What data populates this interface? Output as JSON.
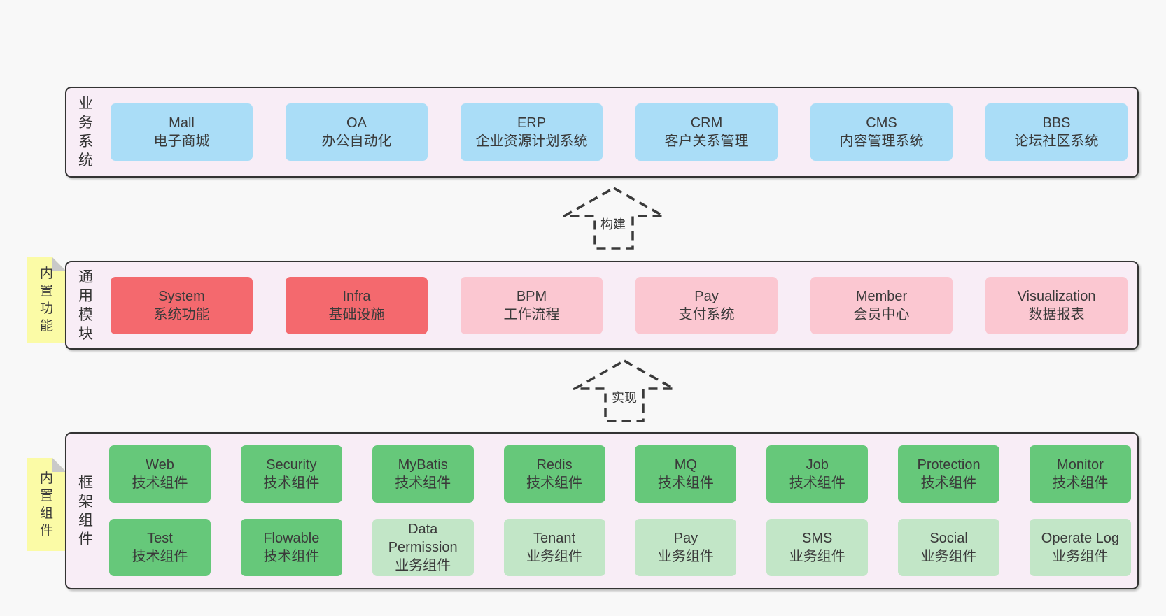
{
  "colors": {
    "page_bg": "#f8f8f8",
    "band_bg": "#f8edf6",
    "band_border": "#333333",
    "blue_box": "#aaddf7",
    "red_box": "#f4696e",
    "pink_box": "#fbc7d1",
    "green_box": "#66c87a",
    "light_green_box": "#c2e6c7",
    "sticky_yellow": "#fbfba6",
    "sticky_fold": "#c9c9c9",
    "text": "#3a3a3a"
  },
  "arrows": [
    {
      "label": "构建"
    },
    {
      "label": "实现"
    }
  ],
  "bands": [
    {
      "label": "业务系统",
      "boxes": [
        {
          "name": "Mall",
          "desc": "电子商城"
        },
        {
          "name": "OA",
          "desc": "办公自动化"
        },
        {
          "name": "ERP",
          "desc": "企业资源计划系统"
        },
        {
          "name": "CRM",
          "desc": "客户关系管理"
        },
        {
          "name": "CMS",
          "desc": "内容管理系统"
        },
        {
          "name": "BBS",
          "desc": "论坛社区系统"
        }
      ]
    },
    {
      "label": "通用模块",
      "sticky": "内置功能",
      "boxes": [
        {
          "name": "System",
          "desc": "系统功能"
        },
        {
          "name": "Infra",
          "desc": "基础设施"
        },
        {
          "name": "BPM",
          "desc": "工作流程"
        },
        {
          "name": "Pay",
          "desc": "支付系统"
        },
        {
          "name": "Member",
          "desc": "会员中心"
        },
        {
          "name": "Visualization",
          "desc": "数据报表"
        }
      ]
    },
    {
      "label": "框架组件",
      "sticky": "内置组件",
      "rows": [
        [
          {
            "name": "Web",
            "desc": "技术组件"
          },
          {
            "name": "Security",
            "desc": "技术组件"
          },
          {
            "name": "MyBatis",
            "desc": "技术组件"
          },
          {
            "name": "Redis",
            "desc": "技术组件"
          },
          {
            "name": "MQ",
            "desc": "技术组件"
          },
          {
            "name": "Job",
            "desc": "技术组件"
          },
          {
            "name": "Protection",
            "desc": "技术组件"
          },
          {
            "name": "Monitor",
            "desc": "技术组件"
          }
        ],
        [
          {
            "name": "Test",
            "desc": "技术组件"
          },
          {
            "name": "Flowable",
            "desc": "技术组件"
          },
          {
            "name": "Data Permission",
            "desc": "业务组件"
          },
          {
            "name": "Tenant",
            "desc": "业务组件"
          },
          {
            "name": "Pay",
            "desc": "业务组件"
          },
          {
            "name": "SMS",
            "desc": "业务组件"
          },
          {
            "name": "Social",
            "desc": "业务组件"
          },
          {
            "name": "Operate Log",
            "desc": "业务组件"
          }
        ]
      ]
    }
  ]
}
